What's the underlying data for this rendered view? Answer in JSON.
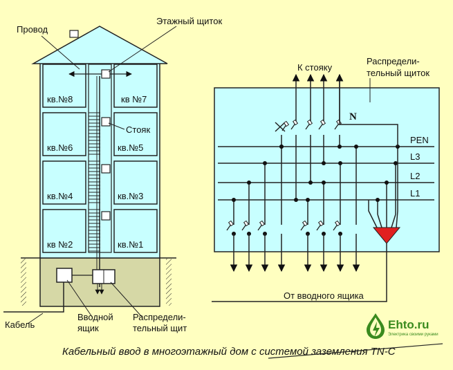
{
  "building": {
    "labels": {
      "wire": "Провод",
      "floor_panel": "Этажный щиток",
      "riser": "Стояк",
      "cable": "Кабель",
      "input_box": "Вводной\nящик",
      "dist_board": "Распредели-\nтельный щит"
    },
    "apartments": [
      "кв.№8",
      "кв №7",
      "кв.№6",
      "кв.№5",
      "кв.№4",
      "кв.№3",
      "кв №2",
      "кв.№1"
    ]
  },
  "panel": {
    "label_riser": "К стояку",
    "label_panel": "Распредели-\nтельный щиток",
    "label_n": "N",
    "bus_labels": [
      "PEN",
      "L3",
      "L2",
      "L1"
    ],
    "label_input": "От вводного ящика"
  },
  "caption": "Кабельный ввод в многоэтажный дом с системой заземления TN-C",
  "logo": {
    "name": "Ehto.ru",
    "tagline": "Электрика своими руками"
  },
  "colors": {
    "background": "#ffffc0",
    "building": "#c8ffff",
    "basement": "#d6d8a6",
    "panel": "#c8ffff",
    "ground_block": "#e02020",
    "logo": "#3a8a1e"
  }
}
